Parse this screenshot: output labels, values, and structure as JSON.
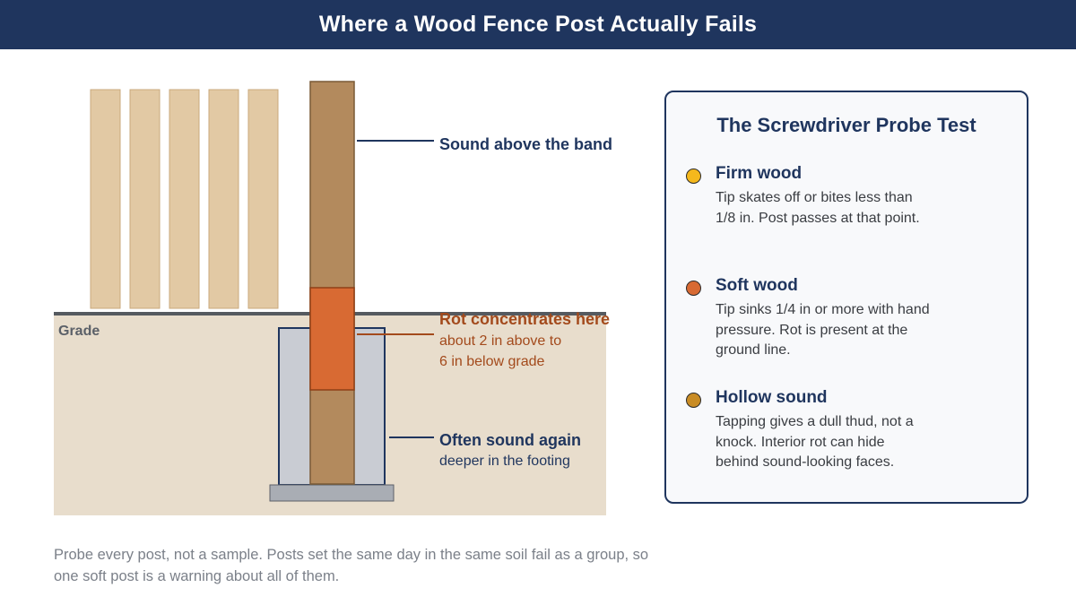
{
  "header": {
    "title": "Where a Wood Fence Post Actually Fails"
  },
  "diagram": {
    "grade_label": "Grade",
    "callout_top": {
      "title": "Sound above the band"
    },
    "callout_rot": {
      "title": "Rot concentrates here",
      "line1": "about 2 in above to",
      "line2": "6 in below grade"
    },
    "callout_bottom": {
      "title": "Often sound again",
      "subtitle": "deeper in the footing"
    },
    "colors": {
      "picket": "#e2c9a4",
      "post": "#b38a5d",
      "rot": "#d86a33",
      "soil": "#e8ddcc",
      "footing": "#c9ccd3",
      "footing_outline": "#1f355e",
      "grade_line": "#555a60",
      "base": "#a9adb4"
    }
  },
  "probe_card": {
    "title": "The Screwdriver Probe Test",
    "items": [
      {
        "title": "Firm wood",
        "text": "Tip skates off or bites less than 1/8 in. Post passes at that point.",
        "color": "#f5b81c"
      },
      {
        "title": "Soft wood",
        "text": "Tip sinks 1/4 in or more with hand pressure. Rot is present at the ground line.",
        "color": "#d86a33"
      },
      {
        "title": "Hollow sound",
        "text": "Tapping gives a dull thud, not a knock. Interior rot can hide behind sound-looking faces.",
        "color": "#c98c24"
      }
    ]
  },
  "footnote": "Probe every post, not a sample. Posts set the same day in the same soil fail as a group, so one soft post is a warning about all of them."
}
